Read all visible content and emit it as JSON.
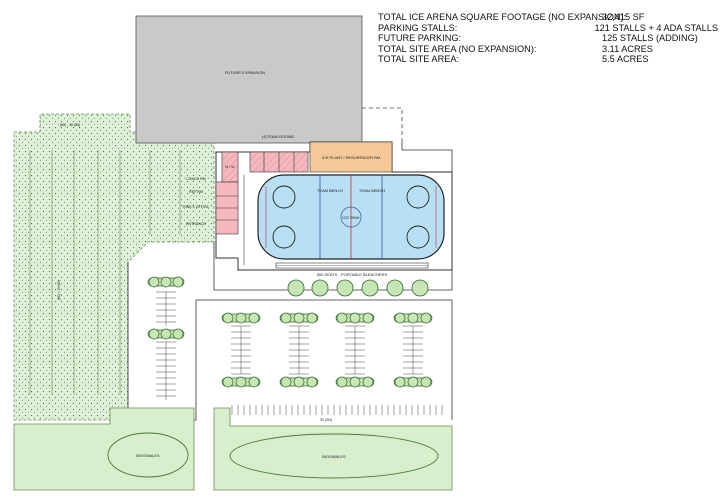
{
  "stats": [
    {
      "label": "TOTAL ICE ARENA SQUARE FOOTAGE (NO EXPANSION):",
      "value": "32,415 SF"
    },
    {
      "label": "PARKING STALLS:",
      "value": "121 STALLS + 4 ADA STALLS"
    },
    {
      "label": "FUTURE PARKING:",
      "value": "125 STALLS (ADDING)"
    },
    {
      "label": "TOTAL SITE AREA (NO EXPANSION):",
      "value": "3.11 ACRES"
    },
    {
      "label": "TOTAL SITE AREA:",
      "value": "5.5 ACRES"
    }
  ],
  "labels": {
    "future_expansion": "FUTURE EXPANSION",
    "team_rooms": "(4)TEAM ROOMS",
    "ice_plant": "ICE PLANT / RESURFACER RM",
    "mw": "M / W",
    "coach_rm": "COACH RM",
    "ref_rm": "REF RM",
    "rinks_office": "RINK'S OFFICE",
    "entrance": "ENTRANCE",
    "team_bench_1": "TEAM BENCH",
    "team_bench_2": "TEAM BENCH",
    "ice_rink": "ICE RINK",
    "bleachers": "500 SEATS - PORTABLE BLEACHERS",
    "bioswales_left": "BIOSWALES",
    "bioswales_right": "BIOSWALES",
    "stall_count_bottom": "32 (80)",
    "stall_count_top": "(80) - 18 (80)",
    "stall_count_left": "(80) - 15 (80)"
  },
  "colors": {
    "building": "#c9c9c9",
    "rink_ice": "#b9dff5",
    "ice_plant": "#f5c89a",
    "service_rooms": "#f4b8bd",
    "future_parking": "#dff0d8",
    "grass": "#d8efcd",
    "tree": "#c7e6b4",
    "line": "#333333"
  }
}
